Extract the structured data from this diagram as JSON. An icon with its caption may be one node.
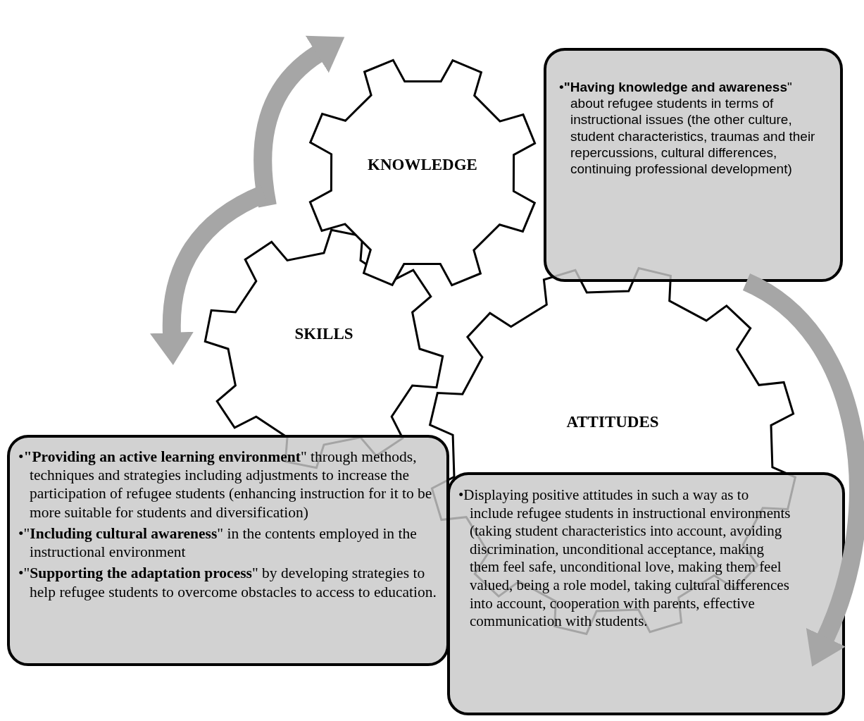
{
  "diagram": {
    "nodes": [
      {
        "text": [
          "KNOWLEDGE"
        ]
      },
      {
        "text": [
          "SKILLS"
        ]
      },
      {
        "text": [
          "ATTITUDES"
        ]
      },
      {
        "text": [
          "•**\"Having knowledge and awareness**\" about refugee students in terms of instructional issues (the other culture, student characteristics, traumas and their repercussions, cultural differences, continuing professional development)"
        ]
      },
      {
        "text": [
          "•**\"Providing an active learning environment**\" through methods, techniques and strategies including adjustments to increase the participation of refugee students (enhancing instruction for it to be more suitable for students and diversification)",
          "•\"**Including cultural awareness**\" in the contents employed in the instructional environment",
          "•\"**Supporting the adaptation process**\" by developing strategies to help refugee students to overcome obstacles to access to education."
        ]
      },
      {
        "text": [
          "•Displaying positive attitudes in such a way as to include refugee students in instructional environments (taking student characteristics into account, avoiding discrimination, unconditional acceptance, making them feel safe, unconditional love, making them feel valued, being a role model, taking cultural differences into account, cooperation with parents, effective communication with students."
        ]
      }
    ],
    "edges": [
      {
        "from": null,
        "to": 0,
        "arrow": "to"
      },
      {
        "from": 0,
        "to": 1,
        "arrow": "to"
      },
      {
        "from": 3,
        "to": 5,
        "arrow": "to"
      }
    ]
  }
}
